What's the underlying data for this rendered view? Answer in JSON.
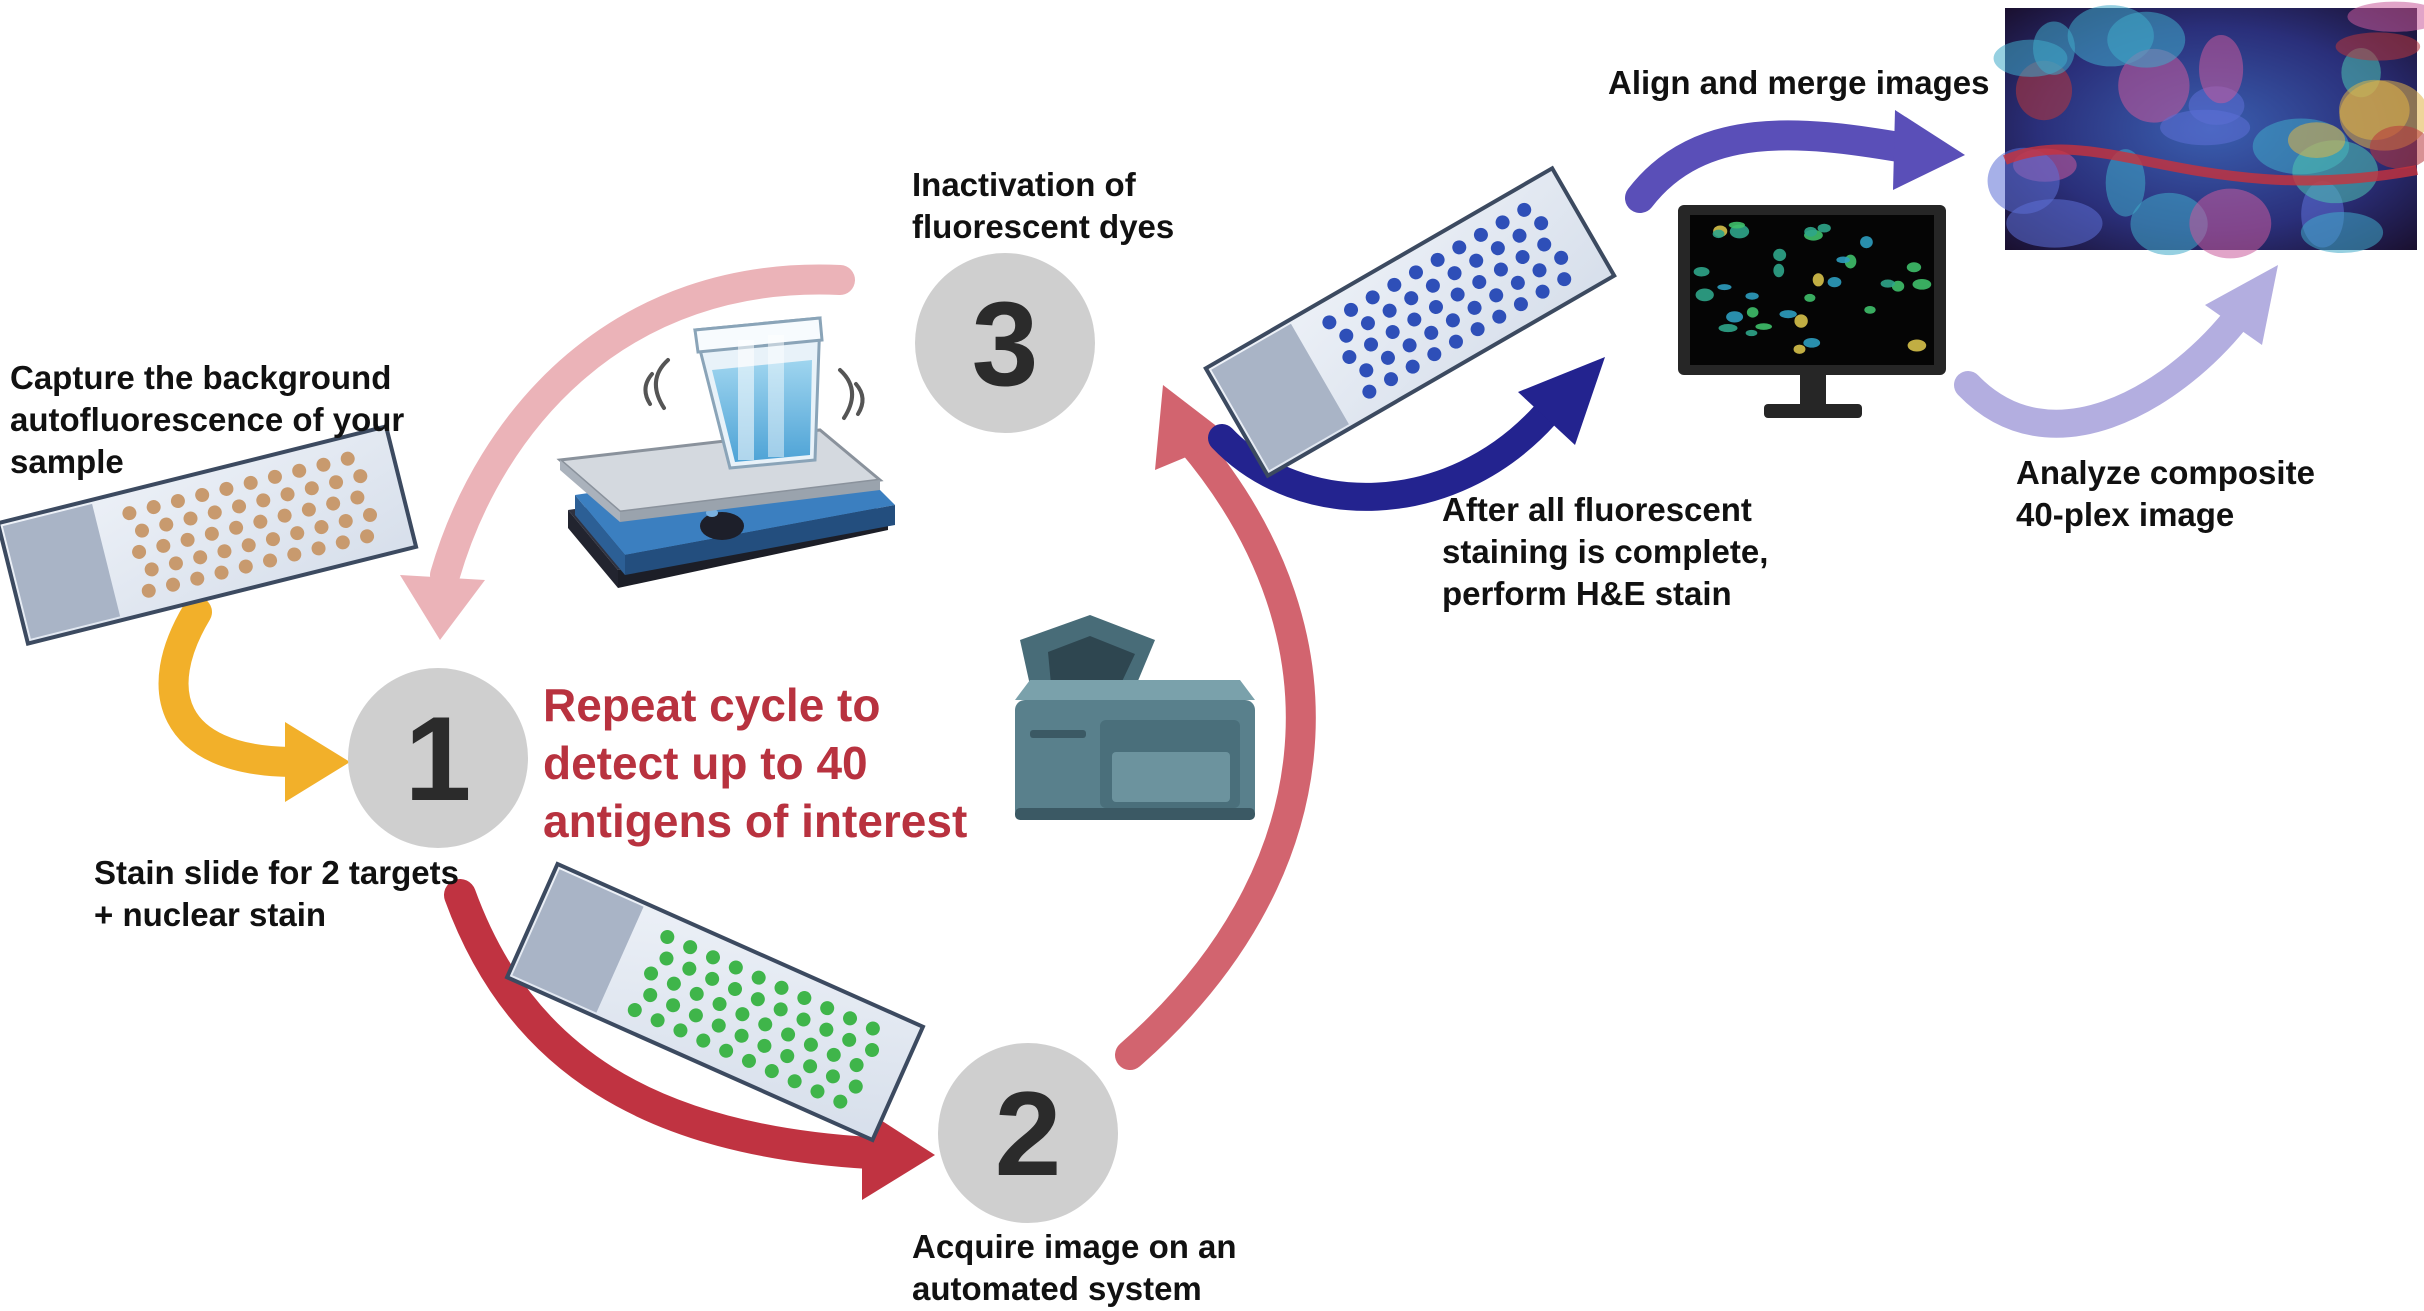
{
  "colors": {
    "step_circle": "#cfcfcf",
    "step_number": "#2b2b2b",
    "arrow_capture": "#f2b02a",
    "arrow_stain": "#c03341",
    "arrow_acquire": "#d2646f",
    "arrow_inactivate": "#ebb3b8",
    "arrow_he": "#23238f",
    "arrow_align": "#5a4fb8",
    "arrow_analyze": "#b3aee0",
    "repeat_text": "#b8323f",
    "dots_background": "#c89a6e",
    "dots_stained": "#3fb54a",
    "dots_he": "#2e4fb8"
  },
  "icons": [
    "glass-slide-icon",
    "orbital-shaker-icon",
    "staining-jar-icon",
    "imaging-instrument-icon",
    "monitor-icon",
    "composite-tissue-image"
  ],
  "steps": {
    "step1": {
      "number": "1"
    },
    "step2": {
      "number": "2"
    },
    "step3": {
      "number": "3"
    }
  },
  "labels": {
    "capture": [
      "Capture the background",
      "autofluorescence of your",
      "sample"
    ],
    "stain": [
      "Stain slide for 2 targets",
      "+ nuclear stain"
    ],
    "acquire": [
      "Acquire image on an",
      "automated system"
    ],
    "inactivate": [
      "Inactivation of",
      "fluorescent dyes"
    ],
    "repeat": [
      "Repeat cycle to",
      "detect up to 40",
      "antigens of interest"
    ],
    "he_stain": [
      "After all fluorescent",
      "staining is complete,",
      "perform H&E stain"
    ],
    "align": "Align and merge images",
    "analyze": [
      "Analyze composite",
      "40-plex image"
    ]
  }
}
